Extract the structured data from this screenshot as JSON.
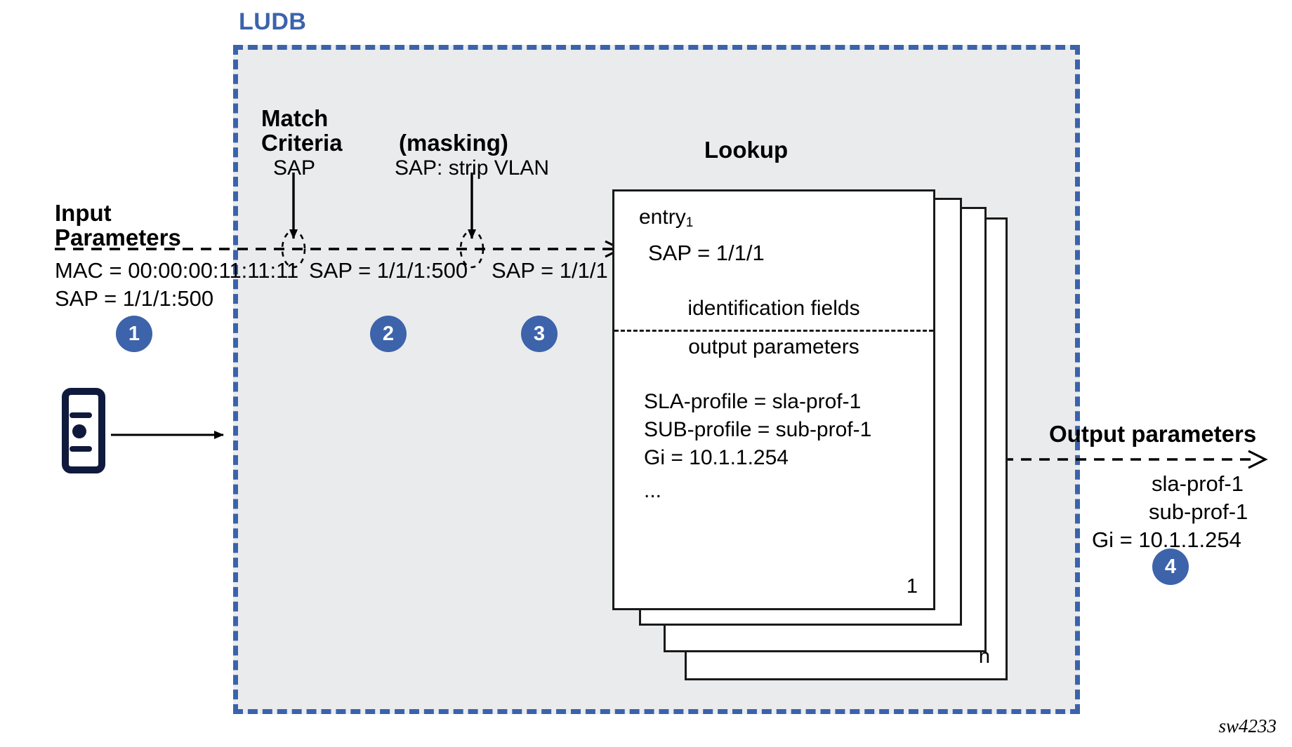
{
  "figure": {
    "id_label": "sw4233",
    "container_title": "LUDB",
    "accent_color": "#3b63ab",
    "container_fill": "#eaebed",
    "device_color": "#101a3c"
  },
  "input": {
    "heading_line1": "Input",
    "heading_line2": "Parameters",
    "params": [
      "MAC = 00:00:00:11:11:11",
      "SAP = 1/1/1:500"
    ],
    "badge": "1"
  },
  "match_criteria": {
    "heading_line1": "Match",
    "heading_line2": "Criteria",
    "subtitle": "SAP",
    "value": "SAP = 1/1/1:500",
    "badge": "2"
  },
  "masking": {
    "heading": "(masking)",
    "subtitle": "SAP: strip VLAN",
    "value": "SAP = 1/1/1",
    "badge": "3"
  },
  "lookup": {
    "heading": "Lookup",
    "entry_label": "entry",
    "entry_index": "1",
    "match_key": "SAP = 1/1/1",
    "identification_fields_label": "identification fields",
    "output_parameters_label": "output parameters",
    "output_values": [
      "SLA-profile = sla-prof-1",
      "SUB-profile = sub-prof-1",
      "Gi = 10.1.1.254"
    ],
    "continuation": "...",
    "card_first_label": "1",
    "card_last_label": "n"
  },
  "output": {
    "heading": "Output parameters",
    "values": [
      "sla-prof-1",
      "sub-prof-1",
      "Gi = 10.1.1.254"
    ],
    "badge": "4"
  }
}
